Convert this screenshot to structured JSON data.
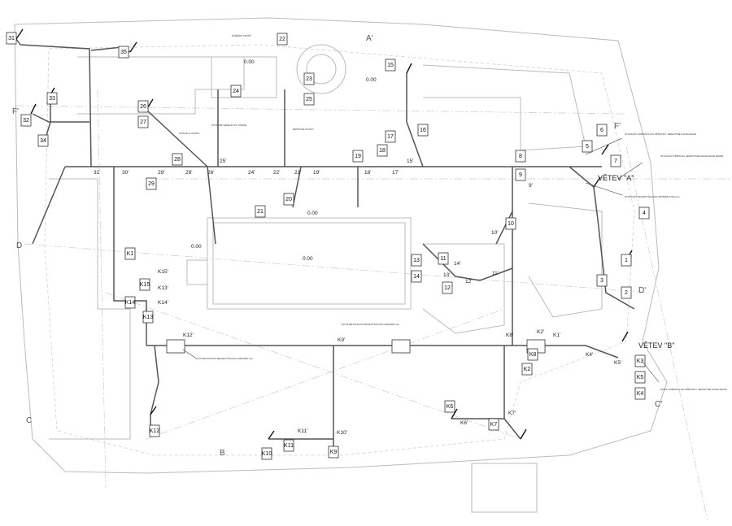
{
  "drawing": {
    "branches": [
      "VĚTEV \"A\"",
      "VĚTEV \"B\""
    ],
    "sections": [
      "F'",
      "F'",
      "D",
      "D'",
      "C",
      "C'",
      "B",
      "A'"
    ],
    "tags": [
      "31",
      "35",
      "33",
      "32",
      "34",
      "26",
      "27",
      "28",
      "29",
      "22",
      "23",
      "25",
      "19",
      "20",
      "21",
      "24",
      "18",
      "15",
      "16",
      "17",
      "5",
      "6",
      "7",
      "8",
      "9",
      "10",
      "11",
      "12",
      "13",
      "14",
      "1",
      "2",
      "3",
      "4",
      "K1",
      "K14",
      "K15",
      "K12",
      "K9",
      "K8",
      "K7",
      "K6",
      "K2",
      "K3",
      "K4",
      "K5",
      "K10",
      "K11",
      "K13"
    ],
    "stations": [
      "31'",
      "30'",
      "29'",
      "28'",
      "26'",
      "25'",
      "24'",
      "22'",
      "21'",
      "19'",
      "18'",
      "17'",
      "15'",
      "12'",
      "13'",
      "14'",
      "11'",
      "10'",
      "9'",
      "K12'",
      "K9'",
      "K8'",
      "K2'",
      "K1'",
      "K4'",
      "K5'",
      "K6'",
      "K7'",
      "K10'",
      "K11'",
      "K13'",
      "K14'",
      "K15'"
    ],
    "rooms": [
      "0.00",
      "0.00",
      "0.00",
      "0.00",
      "0.00"
    ],
    "notes": [
      "STÁVAJÍCÍ ODBOČKA DO PŘÍPOJKY JEDNOTNÉ KANALIZACE",
      "STÁVAJÍCÍ PŘÍPOJKA JEDNOTNÉ KANALIZACE DN300",
      "STÁVAJÍCÍ REVIZNÍ ŠACHTA PRŮMĚR 1000 mm",
      "NOVÁ ODBOČKA DO PŘÍPOJKY JEDNOTNÉ KANALIZACE",
      "NOVÁ BETONOVÁ REVIZNÍ ŠACHTA 1000x800 mm",
      "ODVOD Z OKAPU",
      "STŘEŠNÍ VPUSŤ",
      "POTRUBÍ VEDENO PO STĚNĚ",
      "DEŠŤOVÉ SVODY"
    ]
  }
}
